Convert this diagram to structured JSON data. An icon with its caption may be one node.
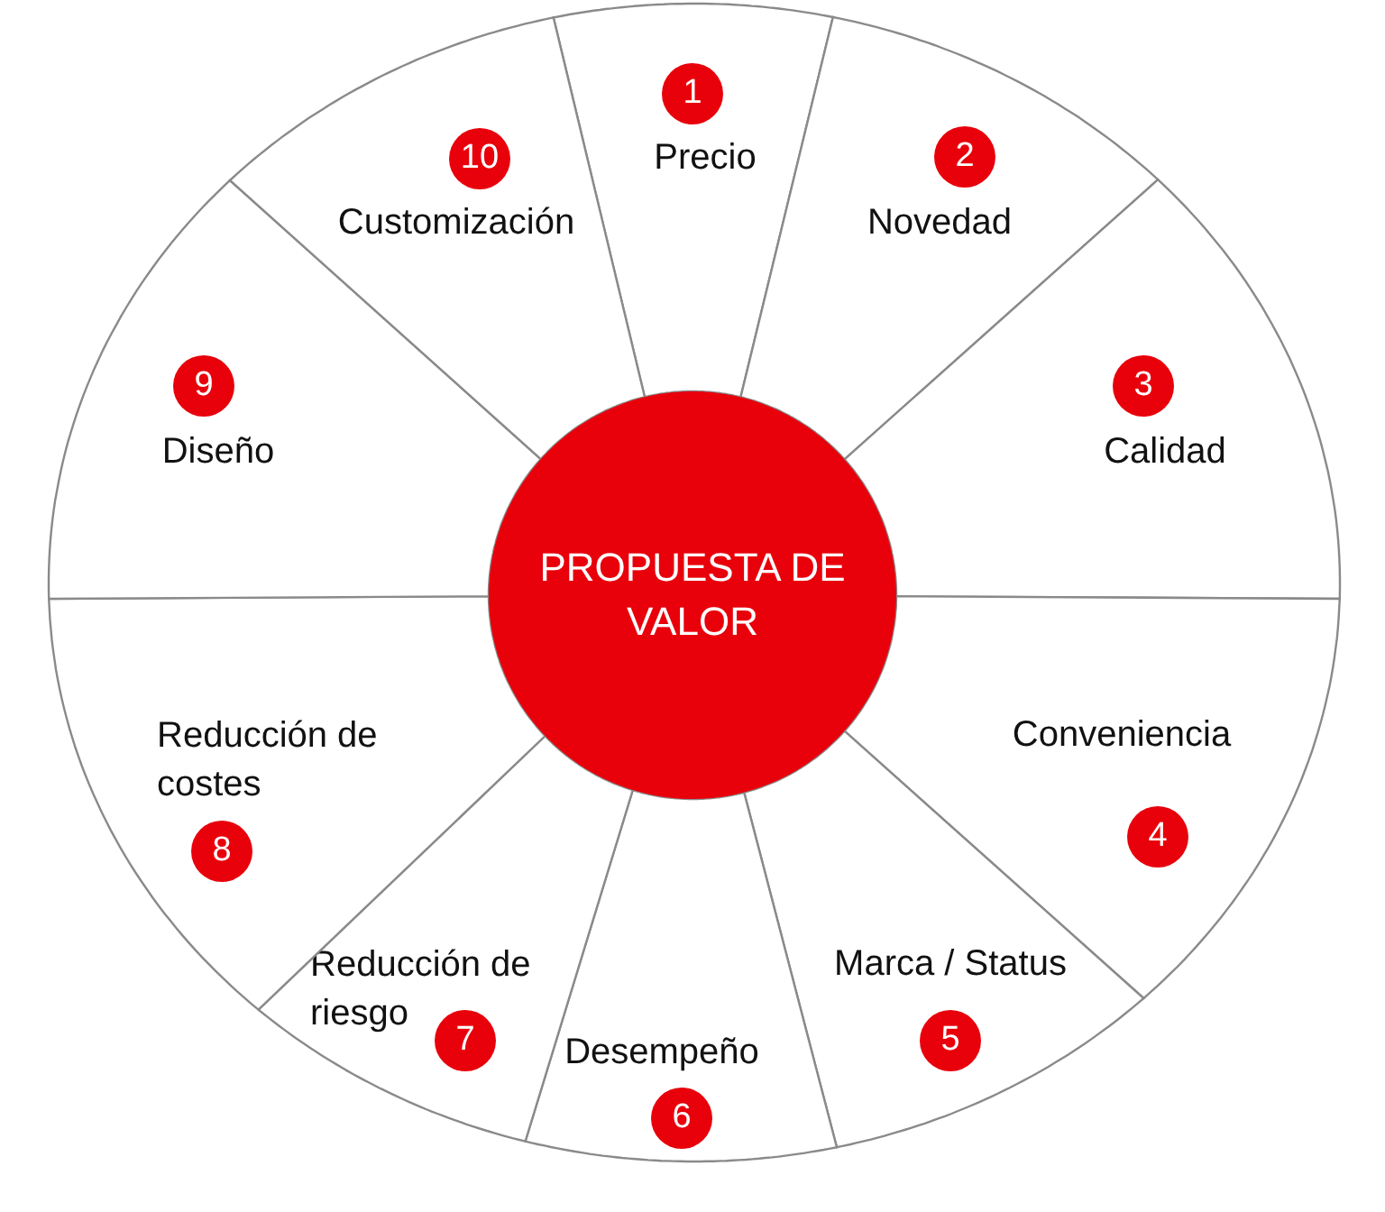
{
  "diagram": {
    "nodes": [
      {
        "text": [
          "Precio"
        ]
      },
      {
        "text": [
          "1"
        ],
        "in": 0
      },
      {
        "text": [
          "Novedad"
        ]
      },
      {
        "text": [
          "2"
        ],
        "in": 2
      },
      {
        "text": [
          "Calidad"
        ]
      },
      {
        "text": [
          "3"
        ],
        "in": 4
      },
      {
        "text": [
          "Conveniencia"
        ]
      },
      {
        "text": [
          "4"
        ],
        "in": 6
      },
      {
        "text": [
          "Marca / Status"
        ]
      },
      {
        "text": [
          "5"
        ],
        "in": 8
      },
      {
        "text": [
          "Desempeño"
        ]
      },
      {
        "text": [
          "6"
        ],
        "in": 10
      },
      {
        "text": [
          "Reducción de riesgo"
        ]
      },
      {
        "text": [
          "7"
        ],
        "in": 12
      },
      {
        "text": [
          "Reducción de costes"
        ]
      },
      {
        "text": [
          "8"
        ],
        "in": 14
      },
      {
        "text": [
          "Diseño"
        ]
      },
      {
        "text": [
          "9"
        ],
        "in": 16
      },
      {
        "text": [
          "Customización"
        ]
      },
      {
        "text": [
          "10"
        ],
        "in": 18
      },
      {
        "text": [
          "PROPUESTA DE VALOR"
        ]
      }
    ],
    "edges": []
  }
}
